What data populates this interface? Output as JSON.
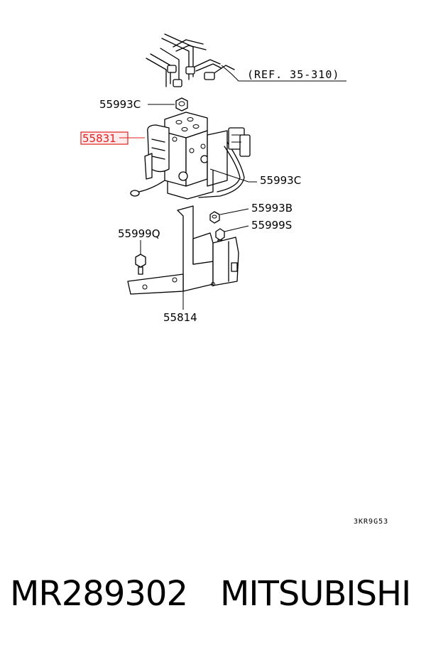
{
  "diagram": {
    "reference": "(REF. 35-310)",
    "callouts": {
      "c55993C_top": "55993C",
      "c55831": "55831",
      "c55993C_right": "55993C",
      "c55993B": "55993B",
      "c55999Q": "55999Q",
      "c55999S": "55999S",
      "c55814": "55814"
    },
    "drawing_code": "3KR9G53",
    "highlight_color": "#e02020"
  },
  "caption": {
    "part_number": "MR289302",
    "brand": "MITSUBISHI"
  }
}
